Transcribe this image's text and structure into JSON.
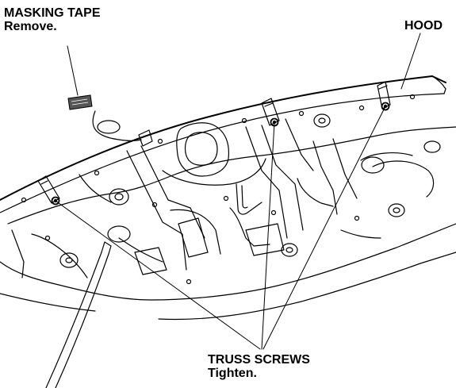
{
  "labels": {
    "masking_tape_title": "MASKING TAPE",
    "masking_tape_action": "Remove.",
    "hood": "HOOD",
    "truss_screws_title": "TRUSS SCREWS",
    "truss_screws_action": "Tighten."
  },
  "colors": {
    "ink": "#000000",
    "tape_fill": "#555555",
    "background": "#ffffff"
  }
}
